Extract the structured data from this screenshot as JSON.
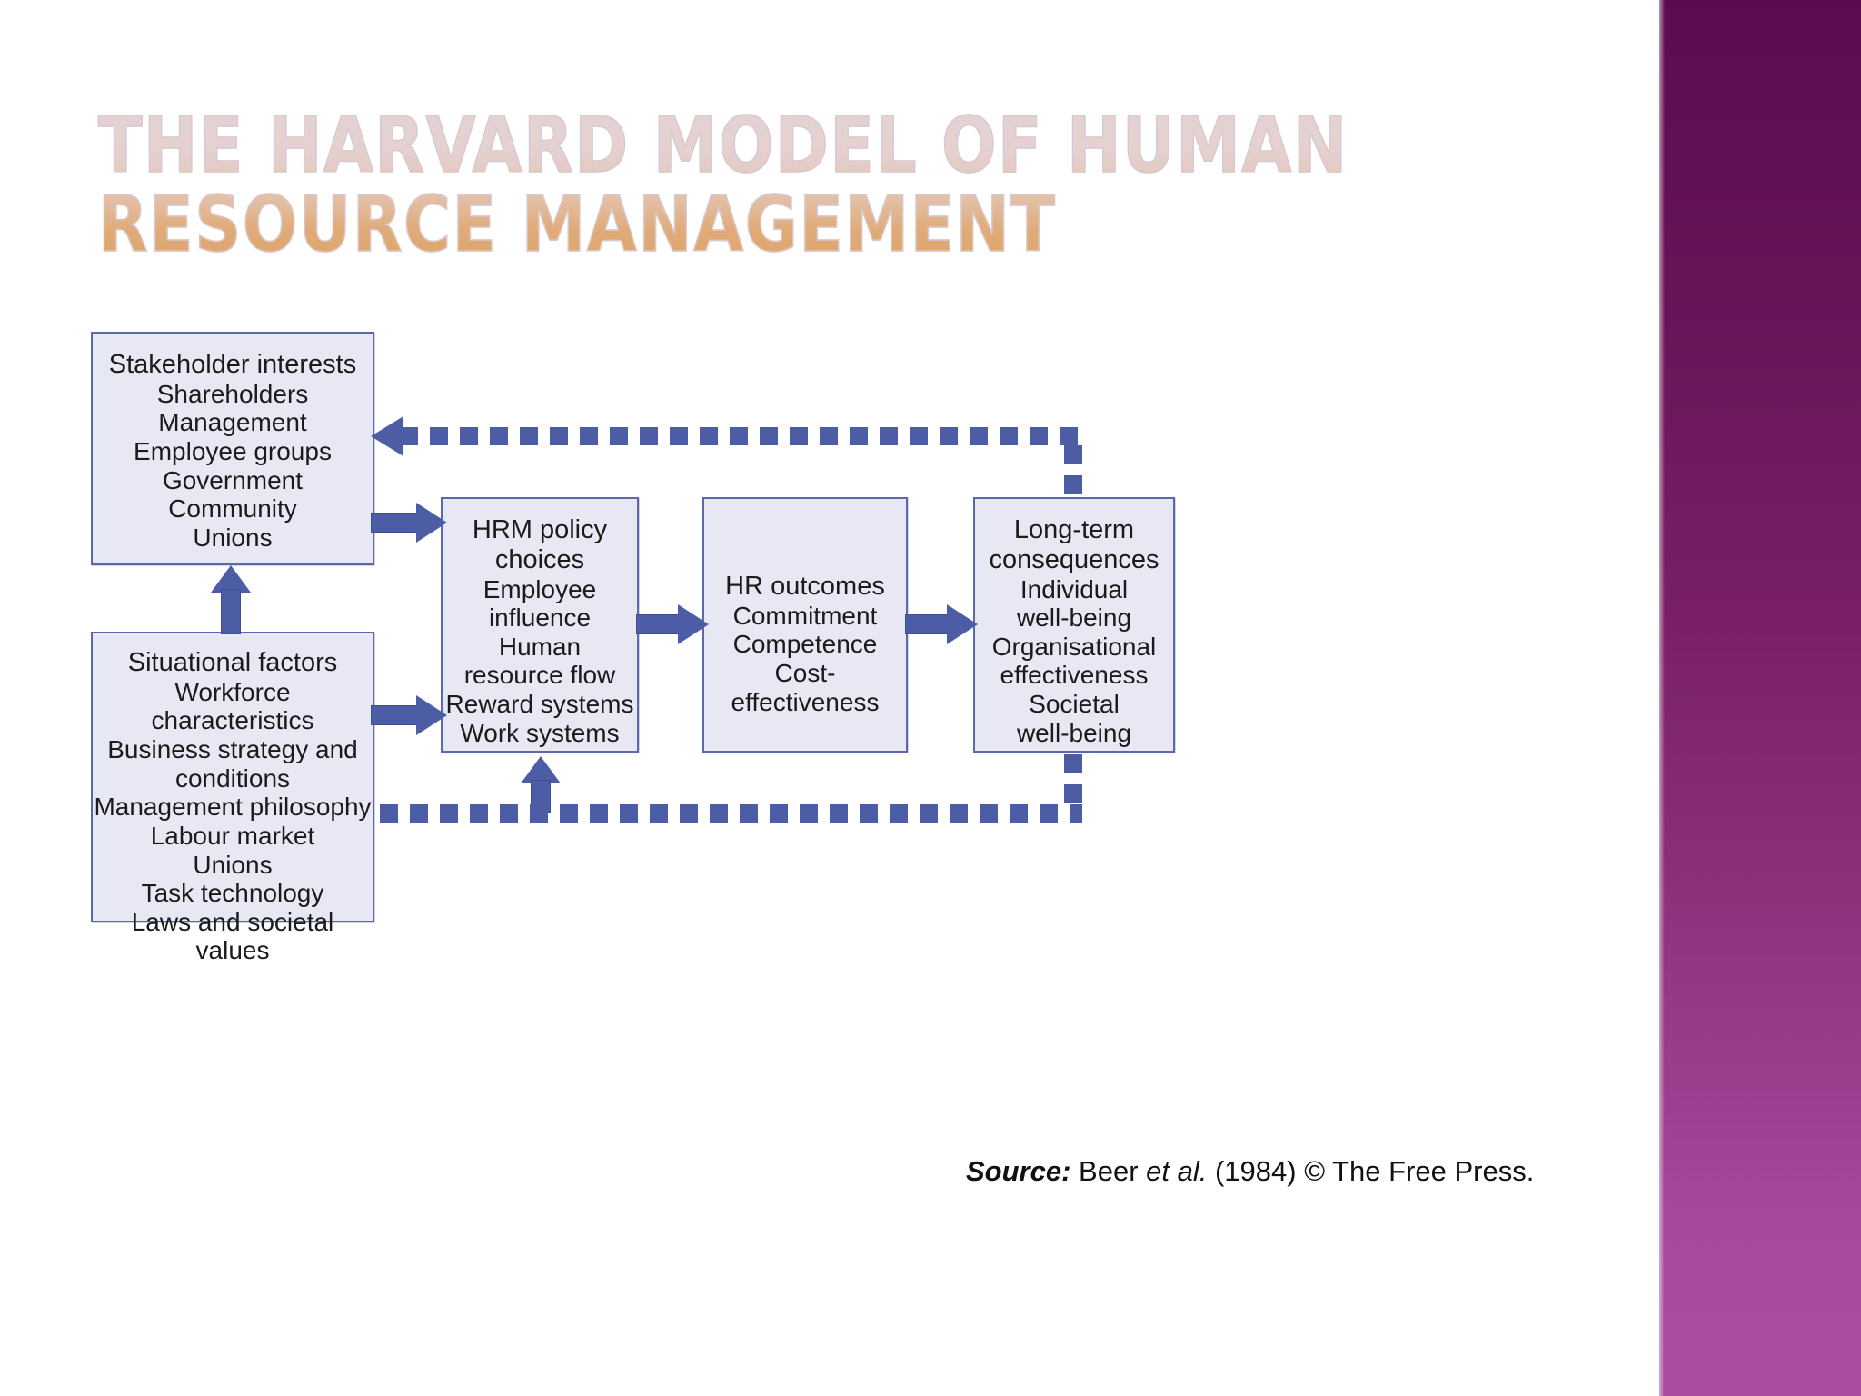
{
  "slide": {
    "title_line1": "THE HARVARD MODEL OF HUMAN",
    "title_line2": "RESOURCE MANAGEMENT",
    "title_color_top": "#fdf4ee",
    "title_color_bottom": "#f5ae4c",
    "background_color": "#ffffff",
    "side_band_top_color": "#5b0c51",
    "side_band_bottom_color": "#ab4ea1"
  },
  "diagram": {
    "box_fill": "#e8e8f4",
    "box_border": "#5b68ad",
    "connector_color": "#4c5da6",
    "boxes": [
      {
        "id": "stakeholder-interests",
        "heading": "Stakeholder interests",
        "items": [
          "Shareholders",
          "Management",
          "Employee groups",
          "Government",
          "Community",
          "Unions"
        ]
      },
      {
        "id": "situational-factors",
        "heading": "Situational factors",
        "items": [
          "Workforce characteristics",
          "Business strategy and",
          "conditions",
          "Management philosophy",
          "Labour market",
          "Unions",
          "Task technology",
          "Laws and societal values"
        ]
      },
      {
        "id": "hrm-policy-choices",
        "heading_line1": "HRM policy",
        "heading_line2": "choices",
        "items": [
          "Employee",
          "influence",
          "Human",
          "resource flow",
          "Reward systems",
          "Work systems"
        ]
      },
      {
        "id": "hr-outcomes",
        "heading": "HR outcomes",
        "items": [
          "Commitment",
          "Competence",
          "Cost-effectiveness"
        ]
      },
      {
        "id": "long-term-consequences",
        "heading_line1": "Long-term",
        "heading_line2": "consequences",
        "items": [
          "Individual",
          "well-being",
          "Organisational",
          "effectiveness",
          "Societal",
          "well-being"
        ]
      }
    ]
  },
  "source": {
    "label": "Source:",
    "text_main": " Beer ",
    "etal": "et al.",
    "text_rest": " (1984) © The Free Press."
  }
}
